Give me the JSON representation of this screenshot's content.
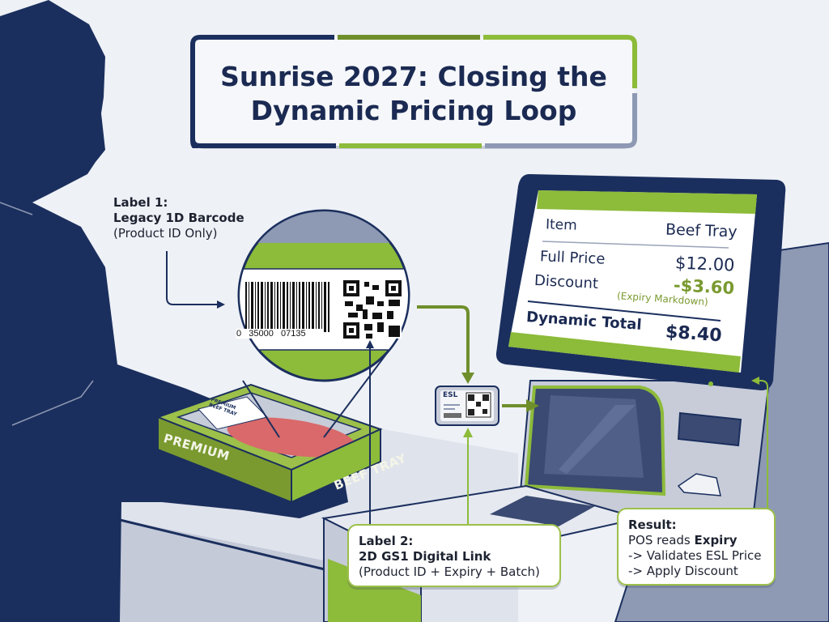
{
  "title": {
    "line1": "Sunrise 2027: Closing the",
    "line2": "Dynamic Pricing Loop"
  },
  "label1": {
    "heading": "Label 1:",
    "name": "Legacy 1D Barcode",
    "detail": "(Product ID Only)"
  },
  "label2": {
    "heading": "Label 2:",
    "name": "2D GS1 Digital Link",
    "detail": "(Product ID + Expiry + Batch)"
  },
  "result": {
    "heading": "Result:",
    "line1_prefix": "POS reads ",
    "line1_bold": "Expiry",
    "line2": "-> Validates ESL Price",
    "line3": "-> Apply Discount"
  },
  "barcode": {
    "digits": "0   35000   07135"
  },
  "esl": {
    "label": "ESL"
  },
  "package": {
    "side_left": "PREMIUM",
    "side_right": "BEEF TRAY",
    "sticker": "PREMIUM BEEF TRAY"
  },
  "pos_screen": {
    "item_label": "Item",
    "item_value": "Beef Tray",
    "full_price_label": "Full Price",
    "full_price_value": "$12.00",
    "discount_label": "Discount",
    "discount_value": "-$3.60",
    "discount_note": "(Expiry Markdown)",
    "total_label": "Dynamic Total",
    "total_value": "$8.40"
  },
  "colors": {
    "navy": "#1b2f5e",
    "green": "#8dbb3a",
    "dark_green": "#6f8f2c",
    "gray": "#8e99b3",
    "background": "#eef1f6",
    "discount_green": "#7a9a30"
  }
}
